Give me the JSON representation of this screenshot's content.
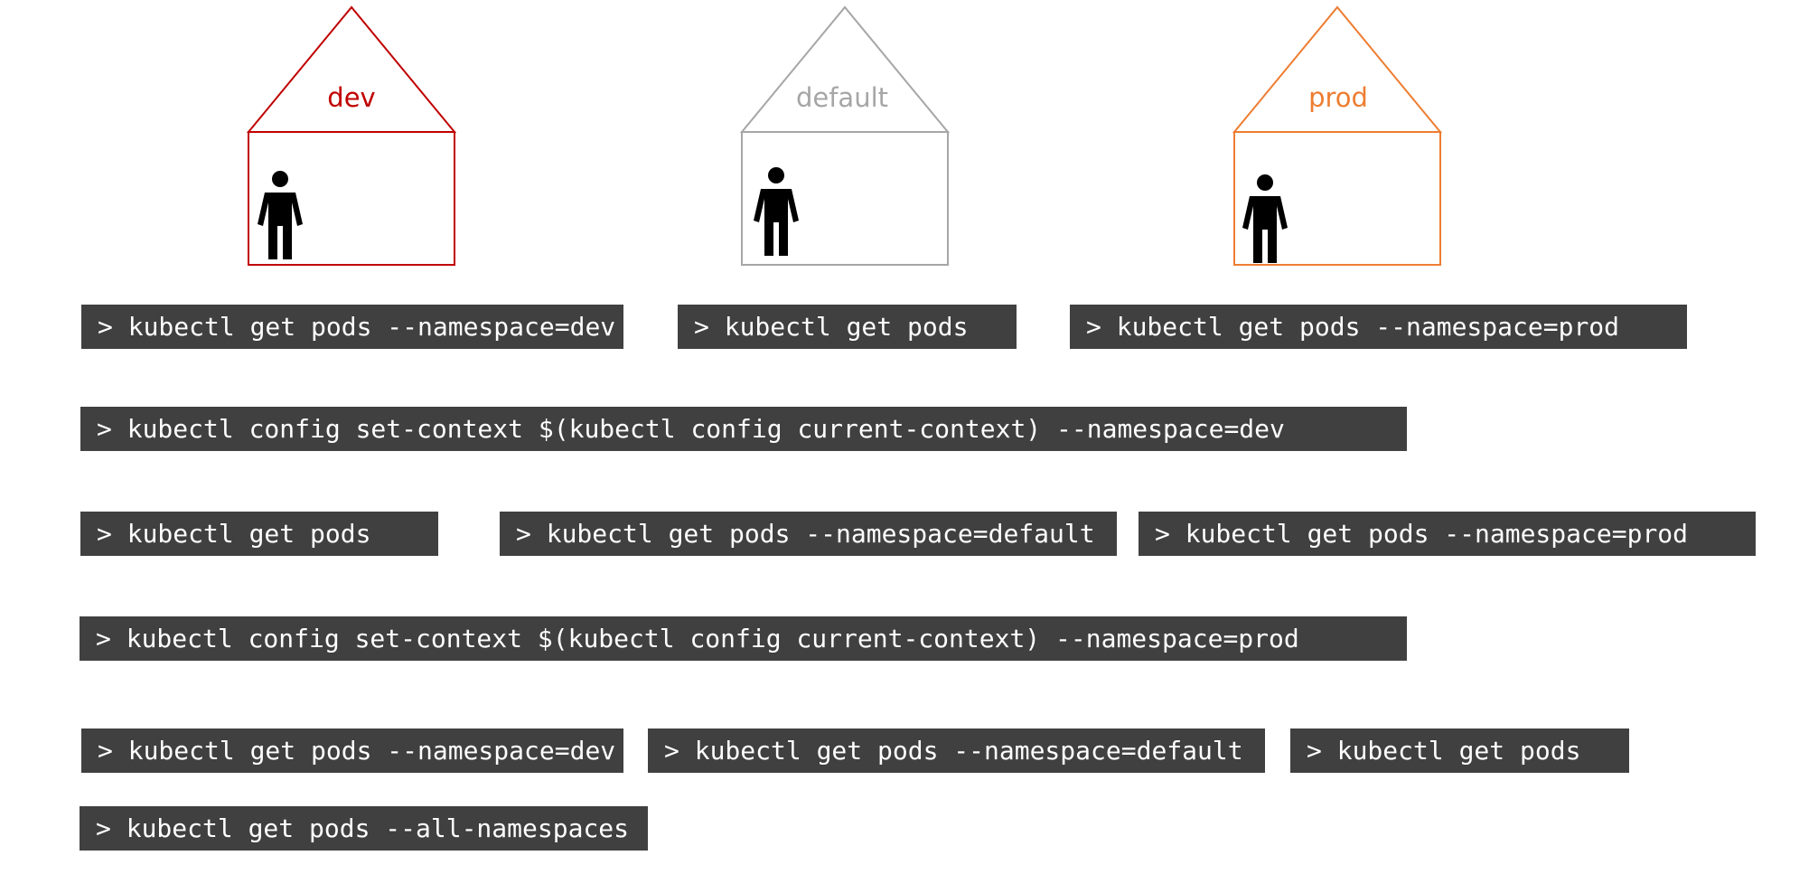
{
  "houses": [
    {
      "id": "dev",
      "label": "dev",
      "color": "#c00000"
    },
    {
      "id": "default",
      "label": "default",
      "color": "#a6a6a6"
    },
    {
      "id": "prod",
      "label": "prod",
      "color": "#ed7d31"
    }
  ],
  "person_color": "#000000",
  "command_color": "#404040",
  "commands": {
    "row1": [
      "> kubectl get pods --namespace=dev",
      "> kubectl get pods",
      "> kubectl get pods --namespace=prod"
    ],
    "row2": "> kubectl config set-context $(kubectl config current-context) --namespace=dev",
    "row3": [
      "> kubectl get pods",
      "> kubectl get pods --namespace=default",
      "> kubectl get pods --namespace=prod"
    ],
    "row4": "> kubectl config set-context $(kubectl config current-context) --namespace=prod",
    "row5": [
      "> kubectl get pods --namespace=dev",
      "> kubectl get pods --namespace=default",
      "> kubectl get pods"
    ],
    "row6": "> kubectl get pods --all-namespaces"
  }
}
